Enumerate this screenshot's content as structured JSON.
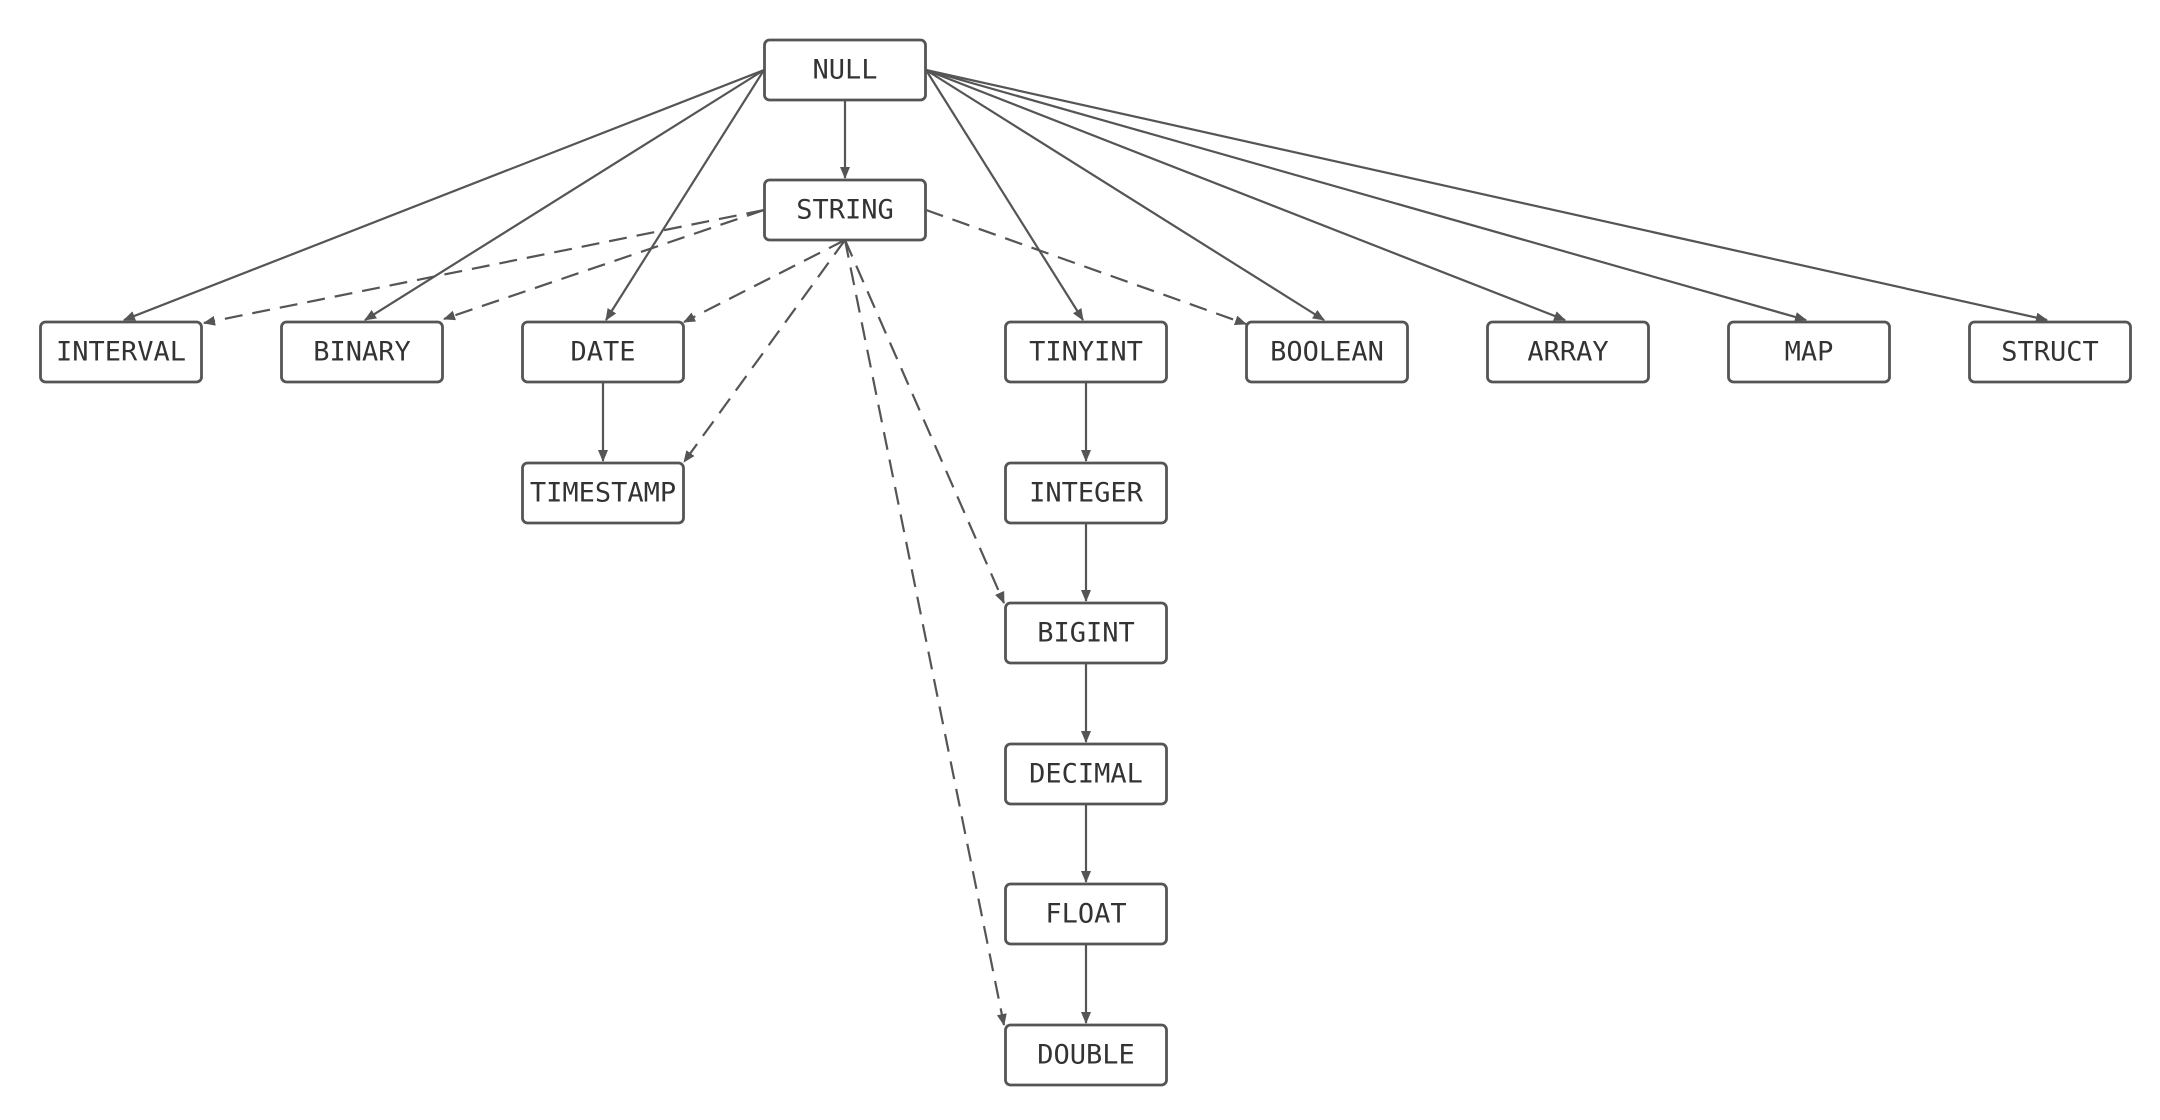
{
  "diagram": {
    "type": "type-coercion-graph",
    "colors": {
      "stroke": "#555555",
      "text": "#333333",
      "background": "#ffffff"
    },
    "nodes": [
      {
        "id": "null",
        "label": "NULL"
      },
      {
        "id": "string",
        "label": "STRING"
      },
      {
        "id": "interval",
        "label": "INTERVAL"
      },
      {
        "id": "binary",
        "label": "BINARY"
      },
      {
        "id": "date",
        "label": "DATE"
      },
      {
        "id": "timestamp",
        "label": "TIMESTAMP"
      },
      {
        "id": "tinyint",
        "label": "TINYINT"
      },
      {
        "id": "integer",
        "label": "INTEGER"
      },
      {
        "id": "bigint",
        "label": "BIGINT"
      },
      {
        "id": "decimal",
        "label": "DECIMAL"
      },
      {
        "id": "float",
        "label": "FLOAT"
      },
      {
        "id": "double",
        "label": "DOUBLE"
      },
      {
        "id": "boolean",
        "label": "BOOLEAN"
      },
      {
        "id": "array",
        "label": "ARRAY"
      },
      {
        "id": "map",
        "label": "MAP"
      },
      {
        "id": "struct",
        "label": "STRUCT"
      }
    ],
    "edges": [
      {
        "from": "null",
        "to": "string",
        "style": "solid"
      },
      {
        "from": "null",
        "to": "interval",
        "style": "solid"
      },
      {
        "from": "null",
        "to": "binary",
        "style": "solid"
      },
      {
        "from": "null",
        "to": "date",
        "style": "solid"
      },
      {
        "from": "null",
        "to": "tinyint",
        "style": "solid"
      },
      {
        "from": "null",
        "to": "boolean",
        "style": "solid"
      },
      {
        "from": "null",
        "to": "array",
        "style": "solid"
      },
      {
        "from": "null",
        "to": "map",
        "style": "solid"
      },
      {
        "from": "null",
        "to": "struct",
        "style": "solid"
      },
      {
        "from": "date",
        "to": "timestamp",
        "style": "solid"
      },
      {
        "from": "tinyint",
        "to": "integer",
        "style": "solid"
      },
      {
        "from": "integer",
        "to": "bigint",
        "style": "solid"
      },
      {
        "from": "bigint",
        "to": "decimal",
        "style": "solid"
      },
      {
        "from": "decimal",
        "to": "float",
        "style": "solid"
      },
      {
        "from": "float",
        "to": "double",
        "style": "solid"
      },
      {
        "from": "string",
        "to": "interval",
        "style": "dashed"
      },
      {
        "from": "string",
        "to": "binary",
        "style": "dashed"
      },
      {
        "from": "string",
        "to": "date",
        "style": "dashed"
      },
      {
        "from": "string",
        "to": "timestamp",
        "style": "dashed"
      },
      {
        "from": "string",
        "to": "bigint",
        "style": "dashed"
      },
      {
        "from": "string",
        "to": "double",
        "style": "dashed"
      },
      {
        "from": "string",
        "to": "boolean",
        "style": "dashed"
      }
    ]
  }
}
